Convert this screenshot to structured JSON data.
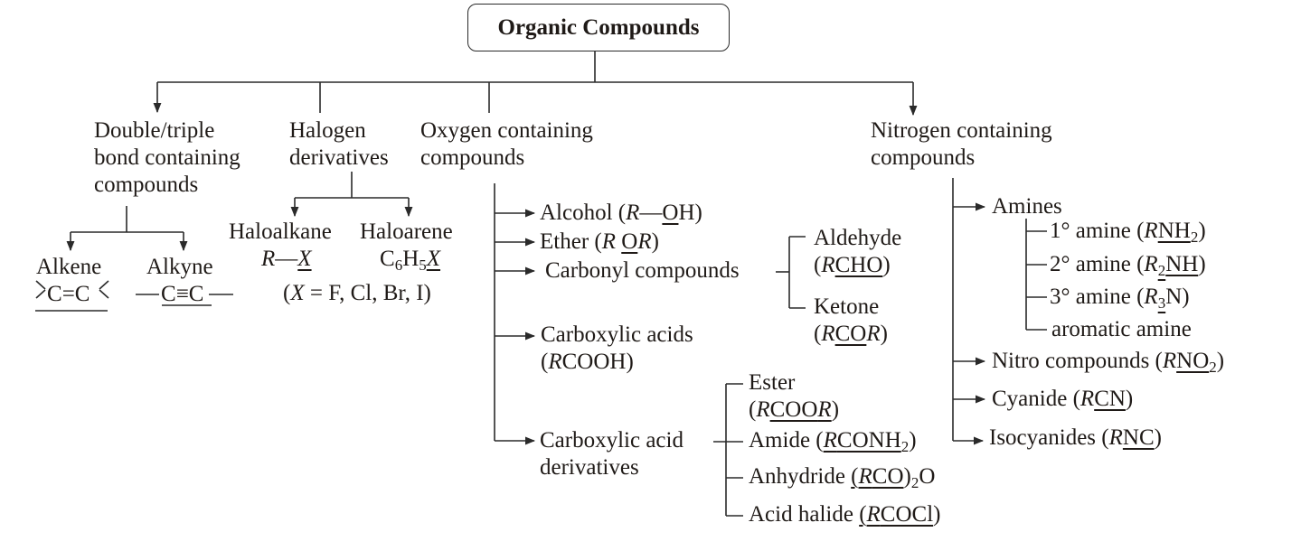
{
  "title": "Organic Compounds",
  "categories": {
    "double_triple": {
      "label_lines": [
        "Double/triple",
        "bond containing",
        "compounds"
      ],
      "children": {
        "alkene": {
          "name": "Alkene",
          "formula": "C=C"
        },
        "alkyne": {
          "name": "Alkyne",
          "formula": "C≡C"
        }
      }
    },
    "halogen": {
      "label_lines": [
        "Halogen",
        "derivatives"
      ],
      "children": {
        "haloalkane": {
          "name": "Haloalkane",
          "formula": "R—X"
        },
        "haloarene": {
          "name": "Haloarene",
          "formula": "C6H5X"
        }
      },
      "note": "(X = F, Cl, Br, I)",
      "note_parts": {
        "open": "(",
        "x": "X",
        "rest": " = F, Cl, Br, I)"
      }
    },
    "oxygen": {
      "label_lines": [
        "Oxygen containing",
        "compounds"
      ],
      "children": {
        "alcohol": {
          "name": "Alcohol",
          "formula": "R—OH"
        },
        "ether": {
          "name": "Ether",
          "formula": "R OR"
        },
        "carbonyl": {
          "name": "Carbonyl compounds",
          "children": {
            "aldehyde": {
              "name": "Aldehyde",
              "formula": "RCHO"
            },
            "ketone": {
              "name": "Ketone",
              "formula": "RCOR"
            }
          }
        },
        "carboxylic_acids": {
          "name": "Carboxylic acids",
          "formula": "RCOOH"
        },
        "carboxylic_acid_derivatives": {
          "label_lines": [
            "Carboxylic acid",
            "derivatives"
          ],
          "children": {
            "ester": {
              "name": "Ester",
              "formula": "RCOOR"
            },
            "amide": {
              "name": "Amide",
              "formula": "RCONH2"
            },
            "anhydride": {
              "name": "Anhydride",
              "formula": "(RCO)2O"
            },
            "acid_halide": {
              "name": "Acid halide",
              "formula": "RCOCl"
            }
          }
        }
      }
    },
    "nitrogen": {
      "label_lines": [
        "Nitrogen containing",
        "compounds"
      ],
      "children": {
        "amines": {
          "name": "Amines",
          "children": {
            "primary": {
              "name": "1° amine",
              "formula": "RNH2"
            },
            "secondary": {
              "name": "2° amine",
              "formula": "R2NH"
            },
            "tertiary": {
              "name": "3° amine",
              "formula": "R3N"
            },
            "aromatic": {
              "name": "aromatic amine"
            }
          }
        },
        "nitro": {
          "name": "Nitro compounds",
          "formula": "RNO2"
        },
        "cyanide": {
          "name": "Cyanide",
          "formula": "RCN"
        },
        "isocyanides": {
          "name": "Isocyanides",
          "formula": "RNC"
        }
      }
    }
  },
  "glyphs": {
    "R": "R",
    "X": "X",
    "O": "O",
    "C": "C",
    "N": "N",
    "H": "H",
    "open": "(",
    "close": ")",
    "dash": "—",
    "two": "2",
    "three": "3",
    "six": "6",
    "five": "5",
    "alk_left": "⟩",
    "alk_right": "⟨",
    "eq": "=",
    "triple": "≡",
    "OH": "OH",
    "CHO": "CHO",
    "CO": "CO",
    "COO": "COO",
    "COOH": "COOH",
    "CONH": "CONH",
    "COCl": "COCl",
    "NH": "NH",
    "NO": "NO",
    "CN": "CN",
    "NC": "NC"
  },
  "colors": {
    "text": "#1f1a17",
    "line": "#2a2a2a",
    "background": "#ffffff"
  }
}
